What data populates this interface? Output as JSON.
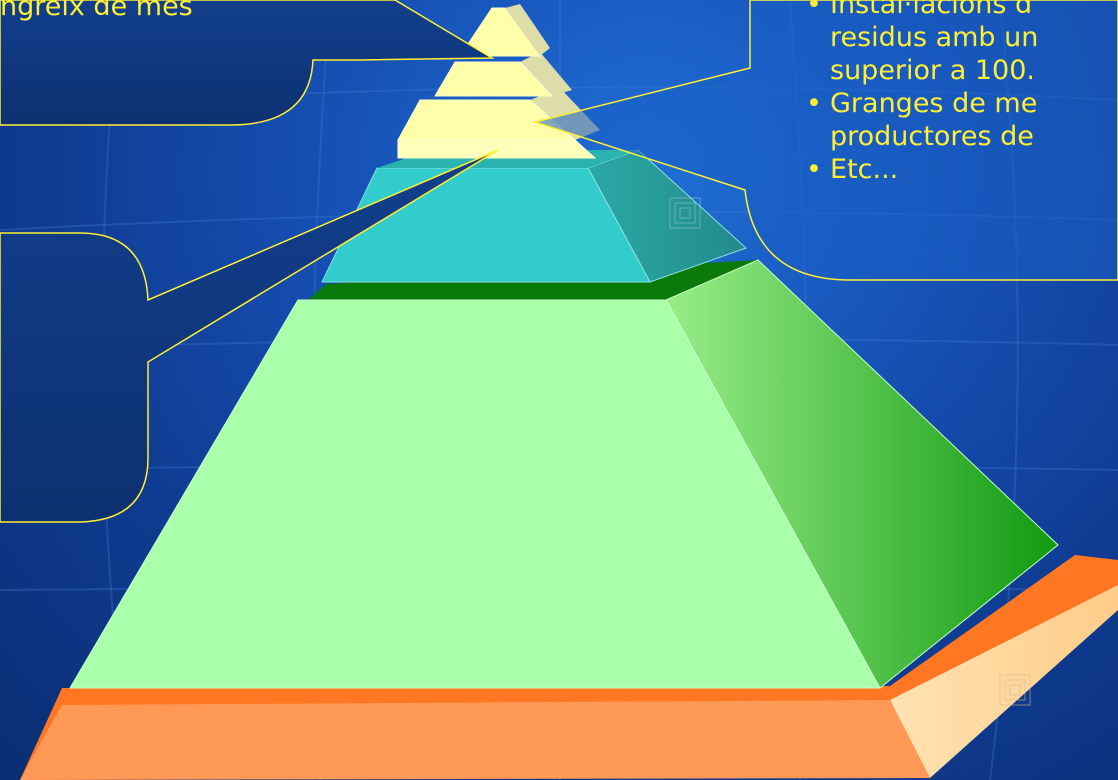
{
  "left_callout": {
    "text": "ngreix de més"
  },
  "right_callout": {
    "lines": [
      {
        "bullet": "•",
        "text": "Instal·lacions d"
      },
      {
        "bullet": "",
        "text": "residus amb un"
      },
      {
        "bullet": "",
        "text": "superior a 100."
      },
      {
        "bullet": "•",
        "text": "Granges de me"
      },
      {
        "bullet": "",
        "text": "productores de"
      },
      {
        "bullet": "•",
        "text": "Etc..."
      }
    ]
  },
  "colors": {
    "callout_text": "#ffee33",
    "callout_border": "#ffee33",
    "tier_top": "#ffffaa",
    "tier_cyan": "#33cccc",
    "tier_green": "#aaffaa",
    "tier_green_side": "#119911",
    "base_orange": "#ff9955",
    "base_rim": "#ff7722"
  }
}
